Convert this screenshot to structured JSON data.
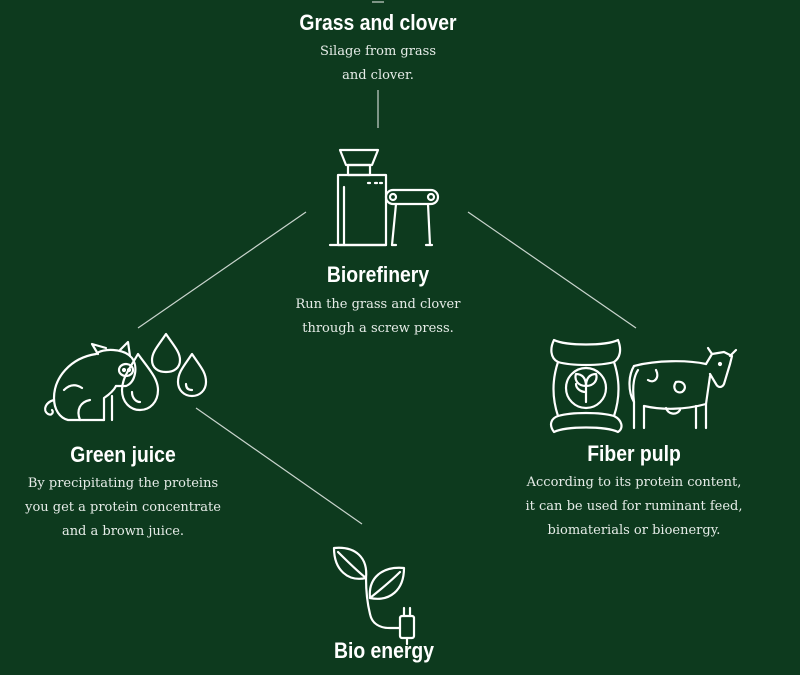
{
  "nodes": {
    "grass": {
      "title": "Grass and clover",
      "desc": [
        "Silage from grass",
        "and clover."
      ]
    },
    "biorefinery": {
      "title": "Biorefinery",
      "desc": [
        "Run the grass and clover",
        "through a screw press."
      ]
    },
    "green_juice": {
      "title": "Green juice",
      "desc": [
        "By precipitating the proteins",
        "you get a protein concentrate",
        "and a brown juice."
      ]
    },
    "fiber_pulp": {
      "title": "Fiber pulp",
      "desc": [
        "According to its protein content,",
        "it can be used for ruminant feed,",
        "biomaterials or bioenergy."
      ]
    },
    "bio_energy": {
      "title": "Bio energy"
    }
  },
  "icons": [
    "screw-press-icon",
    "pig-icon",
    "droplets-icon",
    "feed-sack-icon",
    "cow-icon",
    "leaf-plug-icon"
  ],
  "colors": {
    "background": "#0d3a1e",
    "text": "#ffffff",
    "lines": "#c9d4cd"
  }
}
